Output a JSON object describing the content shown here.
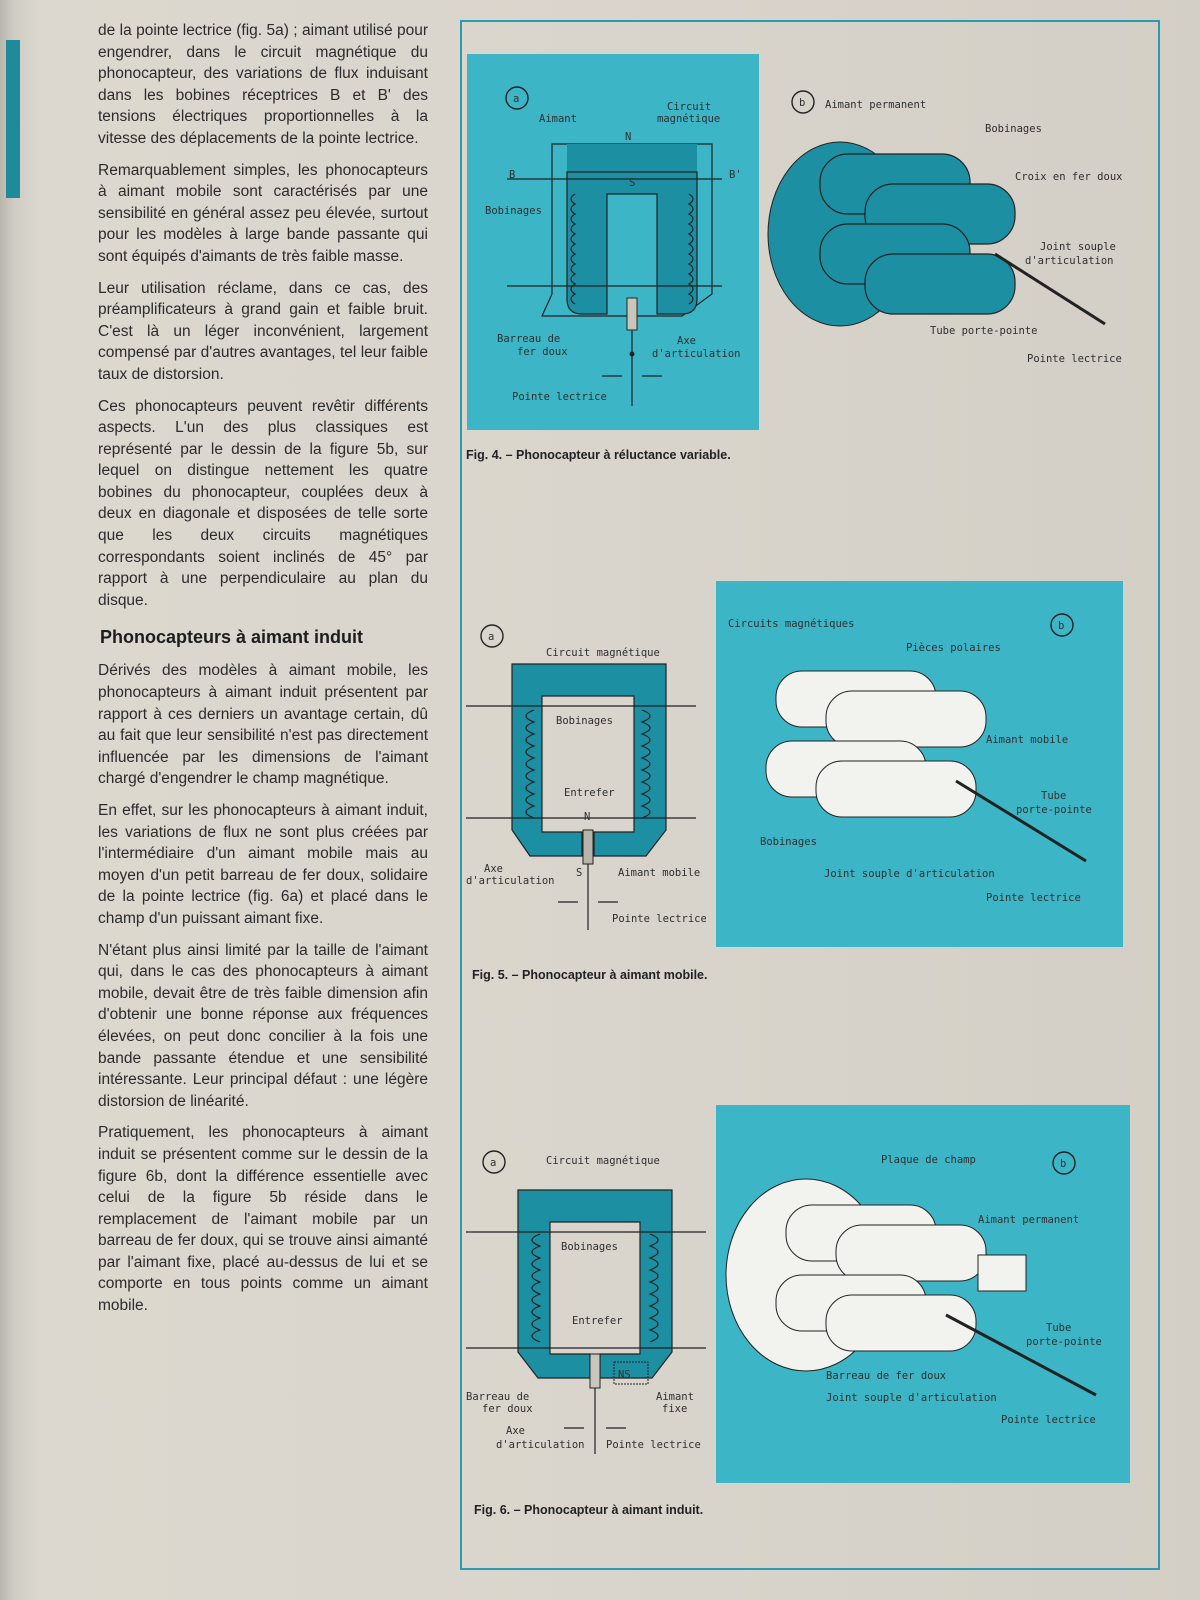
{
  "paragraphs": [
    "de la pointe lectrice (fig. 5a) ; aimant utilisé pour engendrer, dans le circuit magnétique du phonocapteur, des variations de flux induisant dans les bobines réceptrices B et B' des tensions électriques proportionnelles à la vitesse des déplacements de la pointe lectrice.",
    "Remarquablement simples, les phonocapteurs à aimant mobile sont caractérisés par une sensibilité en général assez peu élevée, surtout pour les modèles à large bande passante qui sont équipés d'aimants de très faible masse.",
    "Leur utilisation réclame, dans ce cas, des préamplificateurs à grand gain et faible bruit. C'est là un léger inconvénient, largement compensé par d'autres avantages, tel leur faible taux de distorsion.",
    "Ces phonocapteurs peuvent revêtir différents aspects. L'un des plus classiques est représenté par le dessin de la figure 5b, sur lequel on distingue nettement les quatre bobines du phonocapteur, couplées deux à deux en diagonale et disposées de telle sorte que les deux circuits magnétiques correspondants soient inclinés de 45° par rapport à une perpendiculaire au plan du disque."
  ],
  "heading": "Phonocapteurs à aimant induit",
  "paragraphs2": [
    "Dérivés des modèles à aimant mobile, les phonocapteurs à aimant induit présentent par rapport à ces derniers un avantage certain, dû au fait que leur sensibilité n'est pas directement influencée par les dimensions de l'aimant chargé d'engendrer le champ magnétique.",
    "En effet, sur les phonocapteurs à aimant induit, les variations de flux ne sont plus créées par l'intermédiaire d'un aimant mobile mais au moyen d'un petit barreau de fer doux, solidaire de la pointe lectrice (fig. 6a) et placé dans le champ d'un puissant aimant fixe.",
    "N'étant plus ainsi limité par la taille de l'aimant qui, dans le cas des phonocapteurs à aimant mobile, devait être de très faible dimension afin d'obtenir une bonne réponse aux fréquences élevées, on peut donc concilier à la fois une bande passante étendue et une sensibilité intéressante. Leur principal défaut : une légère distorsion de linéarité.",
    "Pratiquement, les phonocapteurs à aimant induit se présentent comme sur le dessin de la figure 6b, dont la différence essentielle avec celui de la figure 5b réside dans le remplacement de l'aimant mobile par un barreau de fer doux, qui se trouve ainsi aimanté par l'aimant fixe, placé au-dessus de lui et se comporte en tous points comme un aimant mobile."
  ],
  "fig4": {
    "caption": "Fig. 4. – Phonocapteur à réluctance variable.",
    "a": {
      "marker": "a",
      "aimant": "Aimant",
      "circuit1": "Circuit",
      "circuit2": "magnétique",
      "N": "N",
      "S": "S",
      "B": "B",
      "B2": "B'",
      "bobinages": "Bobinages",
      "barreau1": "Barreau de",
      "barreau2": "fer doux",
      "axe1": "Axe",
      "axe2": "d'articulation",
      "pointe": "Pointe lectrice"
    },
    "b": {
      "marker": "b",
      "aimant": "Aimant permanent",
      "bobinages": "Bobinages",
      "croix": "Croix en fer doux",
      "joint1": "Joint souple",
      "joint2": "d'articulation",
      "tube": "Tube porte-pointe",
      "pointe": "Pointe lectrice"
    }
  },
  "fig5": {
    "caption": "Fig. 5. – Phonocapteur à aimant mobile.",
    "a": {
      "marker": "a",
      "circuit": "Circuit magnétique",
      "bobinages": "Bobinages",
      "entrefer": "Entrefer",
      "N": "N",
      "S": "S",
      "axe1": "Axe",
      "axe2": "d'articulation",
      "aimant": "Aimant mobile",
      "pointe": "Pointe lectrice"
    },
    "b": {
      "marker": "b",
      "circuits": "Circuits magnétiques",
      "pieces": "Pièces polaires",
      "aimant": "Aimant mobile",
      "tube1": "Tube",
      "tube2": "porte-pointe",
      "bobinages": "Bobinages",
      "joint": "Joint souple d'articulation",
      "pointe": "Pointe lectrice"
    }
  },
  "fig6": {
    "caption": "Fig. 6. – Phonocapteur à aimant induit.",
    "a": {
      "marker": "a",
      "circuit": "Circuit magnétique",
      "bobinages": "Bobinages",
      "entrefer": "Entrefer",
      "barreau1": "Barreau de",
      "barreau2": "fer doux",
      "ns": "NS",
      "aimant1": "Aimant",
      "aimant2": "fixe",
      "axe1": "Axe",
      "axe2": "d'articulation",
      "pointe": "Pointe lectrice"
    },
    "b": {
      "marker": "b",
      "plaque": "Plaque de champ",
      "aimant": "Aimant permanent",
      "tube1": "Tube",
      "tube2": "porte-pointe",
      "barreau": "Barreau de fer doux",
      "joint": "Joint souple d'articulation",
      "pointe": "Pointe lectrice"
    }
  },
  "colors": {
    "accent": "#1c8fa3",
    "panel": "#3cb6c6",
    "frame": "#2a9bb0"
  }
}
